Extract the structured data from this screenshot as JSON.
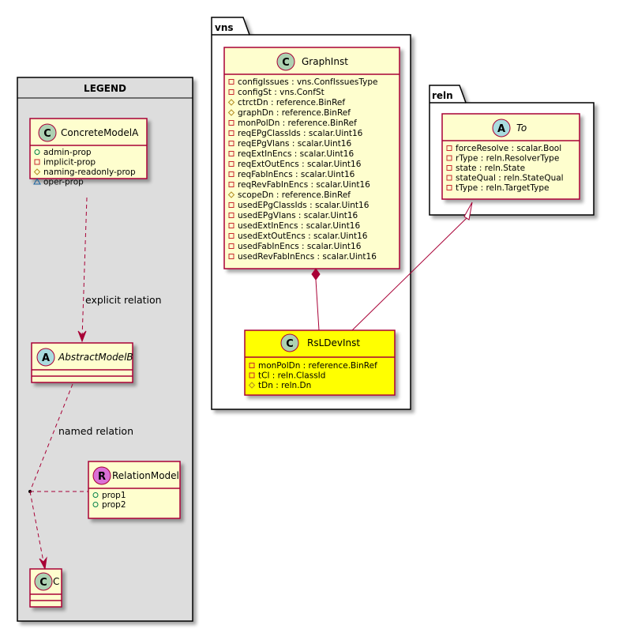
{
  "legend": {
    "title": "LEGEND",
    "concrete": {
      "stereotype": "C",
      "name": "ConcreteModelA",
      "attrs": [
        {
          "vis": "+",
          "text": "admin-prop"
        },
        {
          "vis": "-",
          "text": "implicit-prop"
        },
        {
          "vis": "#",
          "text": "naming-readonly-prop"
        },
        {
          "vis": "~",
          "text": "oper-prop"
        }
      ]
    },
    "abstract": {
      "stereotype": "A",
      "name": "AbstractModelB"
    },
    "relation_model": {
      "stereotype": "R",
      "name": "RelationModel",
      "attrs": [
        {
          "vis": "+",
          "text": "prop1"
        },
        {
          "vis": "+",
          "text": "prop2"
        }
      ]
    },
    "c_class": {
      "stereotype": "C",
      "name": "C"
    },
    "explicit_relation_label": "explicit relation",
    "named_relation_label": "named relation"
  },
  "vns": {
    "package": "vns",
    "graphinst": {
      "stereotype": "C",
      "name": "GraphInst",
      "attrs": [
        {
          "vis": "-",
          "text": "configIssues : vns.ConfIssuesType"
        },
        {
          "vis": "-",
          "text": "configSt : vns.ConfSt"
        },
        {
          "vis": "#",
          "text": "ctrctDn : reference.BinRef"
        },
        {
          "vis": "#",
          "text": "graphDn : reference.BinRef"
        },
        {
          "vis": "-",
          "text": "monPolDn : reference.BinRef"
        },
        {
          "vis": "-",
          "text": "reqEPgClassIds : scalar.Uint16"
        },
        {
          "vis": "-",
          "text": "reqEPgVlans : scalar.Uint16"
        },
        {
          "vis": "-",
          "text": "reqExtInEncs : scalar.Uint16"
        },
        {
          "vis": "-",
          "text": "reqExtOutEncs : scalar.Uint16"
        },
        {
          "vis": "-",
          "text": "reqFabInEncs : scalar.Uint16"
        },
        {
          "vis": "-",
          "text": "reqRevFabInEncs : scalar.Uint16"
        },
        {
          "vis": "#",
          "text": "scopeDn : reference.BinRef"
        },
        {
          "vis": "-",
          "text": "usedEPgClassIds : scalar.Uint16"
        },
        {
          "vis": "-",
          "text": "usedEPgVlans : scalar.Uint16"
        },
        {
          "vis": "-",
          "text": "usedExtInEncs : scalar.Uint16"
        },
        {
          "vis": "-",
          "text": "usedExtOutEncs : scalar.Uint16"
        },
        {
          "vis": "-",
          "text": "usedFabInEncs : scalar.Uint16"
        },
        {
          "vis": "-",
          "text": "usedRevFabInEncs : scalar.Uint16"
        }
      ]
    },
    "rsldevinst": {
      "stereotype": "C",
      "name": "RsLDevInst",
      "attrs": [
        {
          "vis": "-",
          "text": "monPolDn : reference.BinRef"
        },
        {
          "vis": "-",
          "text": "tCl : reln.ClassId"
        },
        {
          "vis": "#",
          "text": "tDn : reln.Dn"
        }
      ]
    }
  },
  "reln": {
    "package": "reln",
    "to": {
      "stereotype": "A",
      "name": "To",
      "attrs": [
        {
          "vis": "-",
          "text": "forceResolve : scalar.Bool"
        },
        {
          "vis": "-",
          "text": "rType : reln.ResolverType"
        },
        {
          "vis": "-",
          "text": "state : reln.State"
        },
        {
          "vis": "-",
          "text": "stateQual : reln.StateQual"
        },
        {
          "vis": "-",
          "text": "tType : reln.TargetType"
        }
      ]
    }
  },
  "colors": {
    "class_fill": "#FEFECE",
    "class_border": "#A80036",
    "highlight_fill": "#FFFF00",
    "legend_fill": "#DDDDDD",
    "stereo_c": "#ADD1B2",
    "stereo_a": "#A9DCDF",
    "stereo_r": "#DA70D6"
  }
}
